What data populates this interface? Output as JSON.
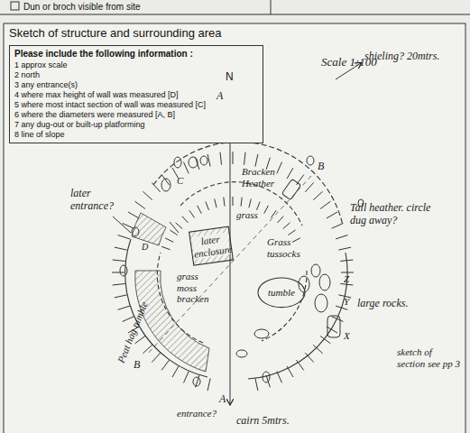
{
  "diagram": {
    "title": "Sketch of structure and surrounding area",
    "nodes": [
      {
        "text": [
          "Please include the following information :",
          "1 approx scale",
          "2 north",
          "3 any entrance(s)",
          "4 where max height of wall was measured [D]",
          "5 where most intact section of wall was measured [C]",
          "6 where the diameters were measured [A, B]",
          "7 any dug-out or built-up platforming",
          "8 line of slope"
        ]
      },
      {
        "text": [
          "later enclosure"
        ]
      },
      {
        "text": [
          "tumble"
        ]
      }
    ],
    "labels": [
      "Dun or broch visible from site",
      "Scale 1:100",
      "N",
      "shieling? 20mtrs.",
      "A",
      "B",
      "C",
      "Bracken Heather",
      "grass",
      "Tall heather. circle dug away?",
      "later entrance?",
      "D",
      "Grass tussocks",
      "grass moss bracken",
      "Z",
      "Y",
      "X",
      "large rocks.",
      "Peat hag tumble",
      "B",
      "A",
      "sketch of section see pp 3",
      "entrance?",
      "cairn 5mtrs."
    ]
  }
}
